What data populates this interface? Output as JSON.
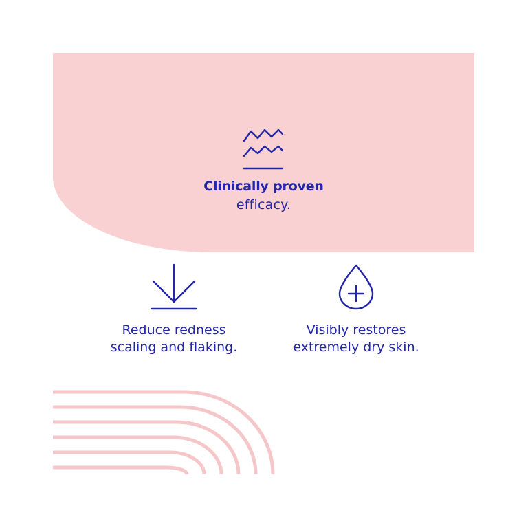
{
  "hero": {
    "icon": "waves-icon",
    "title": "Clinically proven",
    "subtitle": "efficacy."
  },
  "features": [
    {
      "icon": "arrow-down-to-line-icon",
      "line1": "Reduce redness",
      "line2": "scaling and flaking."
    },
    {
      "icon": "drop-plus-icon",
      "line1": "Visibly restores",
      "line2": "extremely dry skin."
    }
  ],
  "colors": {
    "primary_text": "#2326a8",
    "pink_background": "#f9d1d3",
    "arc_lines": "#f6c7c9",
    "page_background": "#ffffff"
  }
}
